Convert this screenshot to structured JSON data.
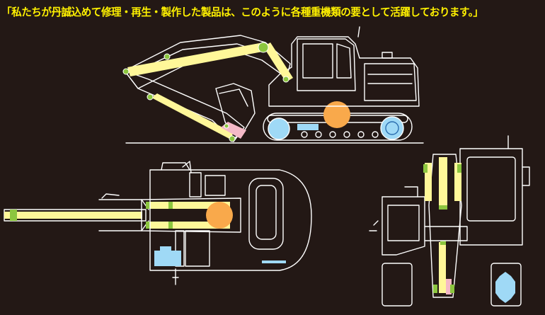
{
  "caption": "「私たちが丹誠込めて修理・再生・製作した製品は、このように各種重機類の要として活躍しております。」",
  "palette": {
    "background": "#231815",
    "line": "#ffffff",
    "caption_text": "#fff100",
    "cylinder": "#fff799",
    "pivot": "#8cc63f",
    "bearing": "#f9a94b",
    "idler_wheel": "#9fd9f6",
    "seal": "#f4b9c7",
    "swivel_joint": "#9fd9f6"
  },
  "views": [
    {
      "name": "side-view"
    },
    {
      "name": "top-view"
    },
    {
      "name": "front-view"
    }
  ]
}
